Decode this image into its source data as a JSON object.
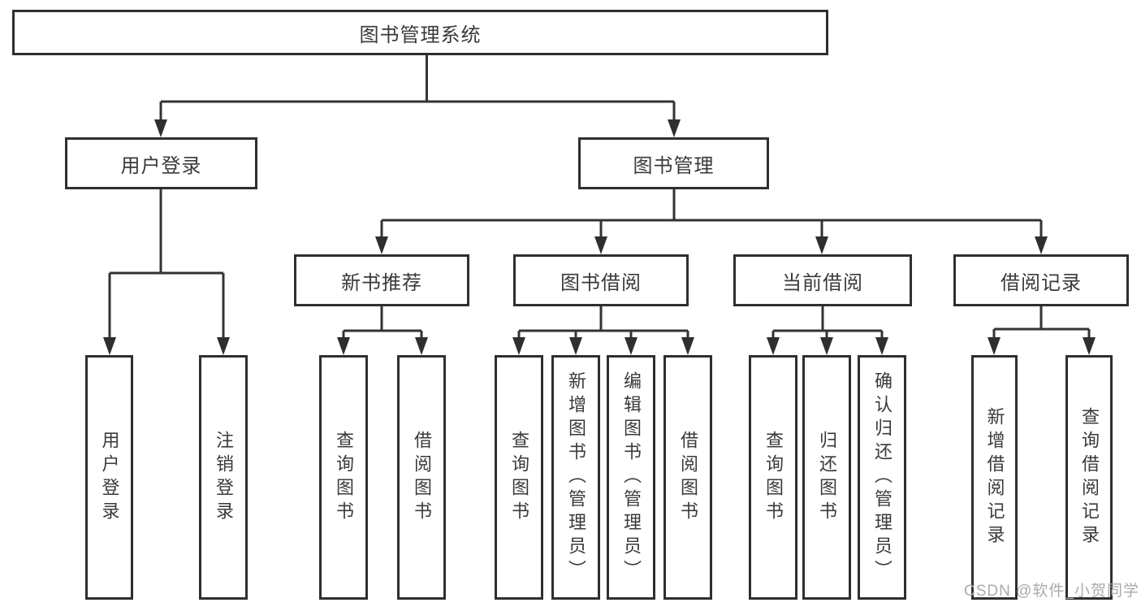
{
  "diagram_type": "hierarchy",
  "colors": {
    "line": "#333333",
    "box_border": "#2f2f2f",
    "box_background": "#ffffff",
    "text": "#3a3a3a",
    "watermark": "#ababab",
    "page_background": "#ffffff"
  },
  "tree": {
    "label": "图书管理系统",
    "children": [
      {
        "label": "用户登录",
        "children": [
          {
            "label": "用户登录"
          },
          {
            "label": "注销登录"
          }
        ]
      },
      {
        "label": "图书管理",
        "children": [
          {
            "label": "新书推荐",
            "children": [
              {
                "label": "查询图书"
              },
              {
                "label": "借阅图书"
              }
            ]
          },
          {
            "label": "图书借阅",
            "children": [
              {
                "label": "查询图书"
              },
              {
                "label": "新增图书（管理员）"
              },
              {
                "label": "编辑图书（管理员）"
              },
              {
                "label": "借阅图书"
              }
            ]
          },
          {
            "label": "当前借阅",
            "children": [
              {
                "label": "查询图书"
              },
              {
                "label": "归还图书"
              },
              {
                "label": "确认归还（管理员）"
              }
            ]
          },
          {
            "label": "借阅记录",
            "children": [
              {
                "label": "新增借阅记录"
              },
              {
                "label": "查询借阅记录"
              }
            ]
          }
        ]
      }
    ]
  },
  "watermark": {
    "text": "CSDN @软件_小贺同学"
  }
}
